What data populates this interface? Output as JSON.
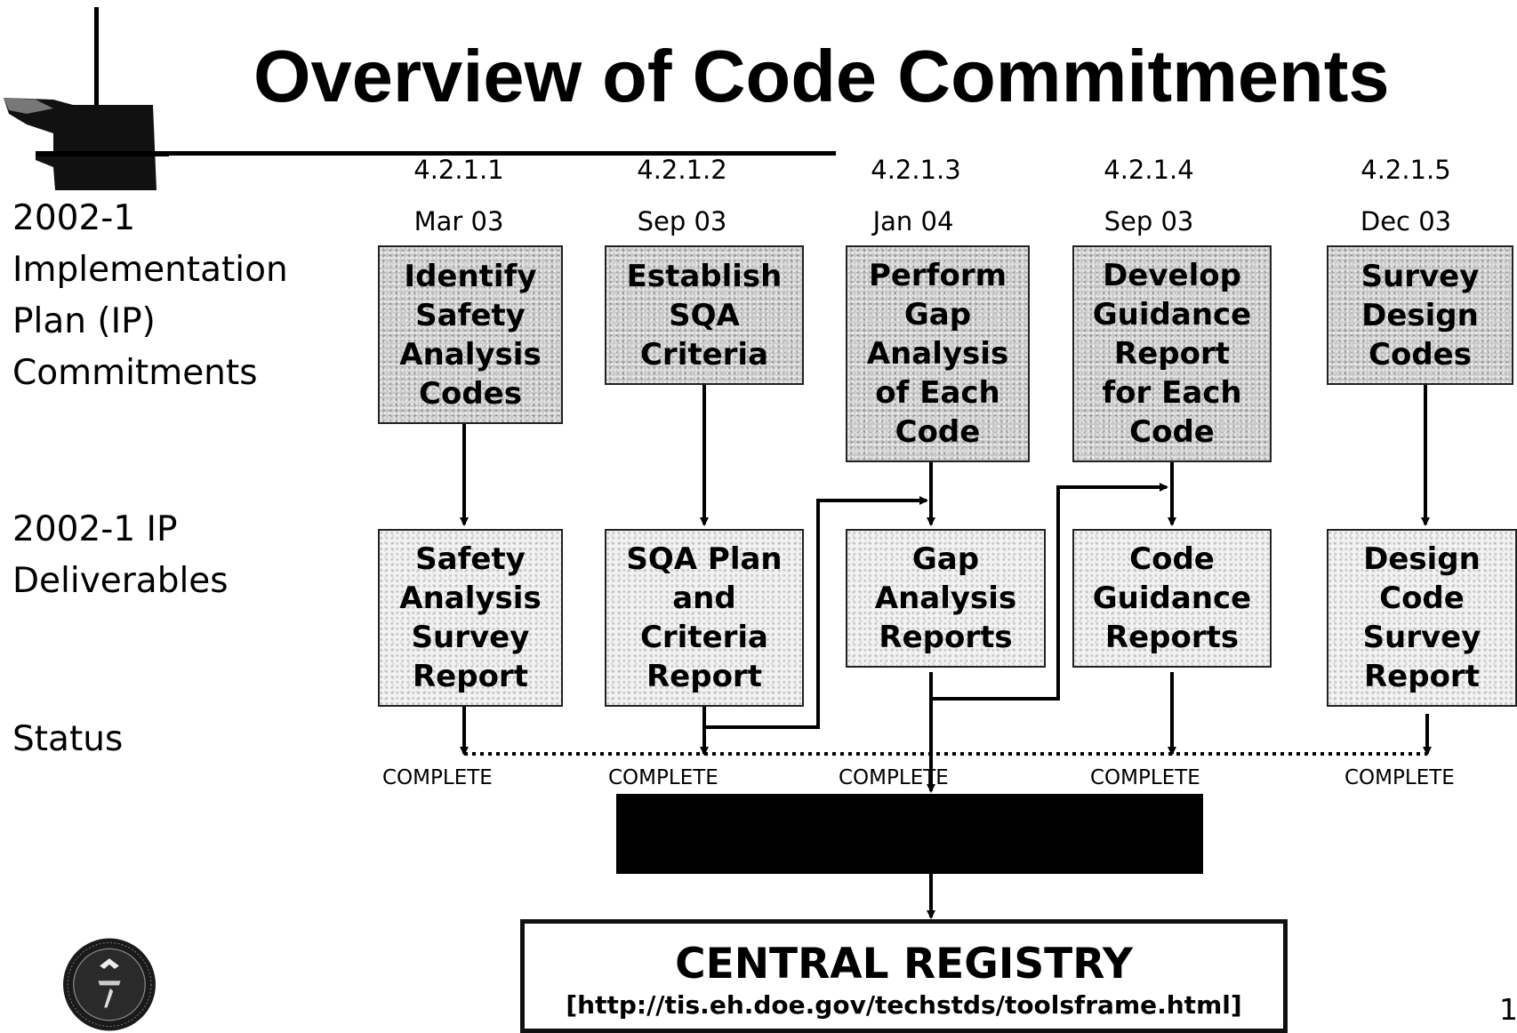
{
  "title": "Overview of Code Commitments",
  "row_labels": {
    "commitments": [
      "2002-1",
      "Implementation",
      "Plan (IP)",
      "Commitments"
    ],
    "deliverables": [
      "2002-1 IP",
      "Deliverables"
    ],
    "status": "Status"
  },
  "columns": [
    {
      "number": "4.2.1.1",
      "date": "Mar 03",
      "commitment": [
        "Identify",
        "Safety",
        "Analysis",
        "Codes"
      ],
      "deliverable": [
        "Safety",
        "Analysis",
        "Survey",
        "Report"
      ],
      "status": "COMPLETE"
    },
    {
      "number": "4.2.1.2",
      "date": "Sep 03",
      "commitment": [
        "Establish",
        "SQA",
        "Criteria"
      ],
      "deliverable": [
        "SQA Plan",
        "and",
        "Criteria",
        "Report"
      ],
      "status": "COMPLETE"
    },
    {
      "number": "4.2.1.3",
      "date": "Jan 04",
      "commitment": [
        "Perform",
        "Gap",
        "Analysis",
        "of Each",
        "Code"
      ],
      "deliverable": [
        "Gap",
        "Analysis",
        "Reports"
      ],
      "status": "COMPLETE"
    },
    {
      "number": "4.2.1.4",
      "date": "Sep 03",
      "commitment": [
        "Develop",
        "Guidance",
        "Report",
        "for Each",
        "Code"
      ],
      "deliverable": [
        "Code",
        "Guidance",
        "Reports"
      ],
      "status": "COMPLETE"
    },
    {
      "number": "4.2.1.5",
      "date": "Dec 03",
      "commitment": [
        "Survey",
        "Design",
        "Codes"
      ],
      "deliverable": [
        "Design",
        "Code",
        "Survey",
        "Report"
      ],
      "status": "COMPLETE"
    }
  ],
  "registry": {
    "title": "CENTRAL REGISTRY",
    "url": "[http://tis.eh.doe.gov/techstds/toolsframe.html]"
  },
  "page_number": "1"
}
